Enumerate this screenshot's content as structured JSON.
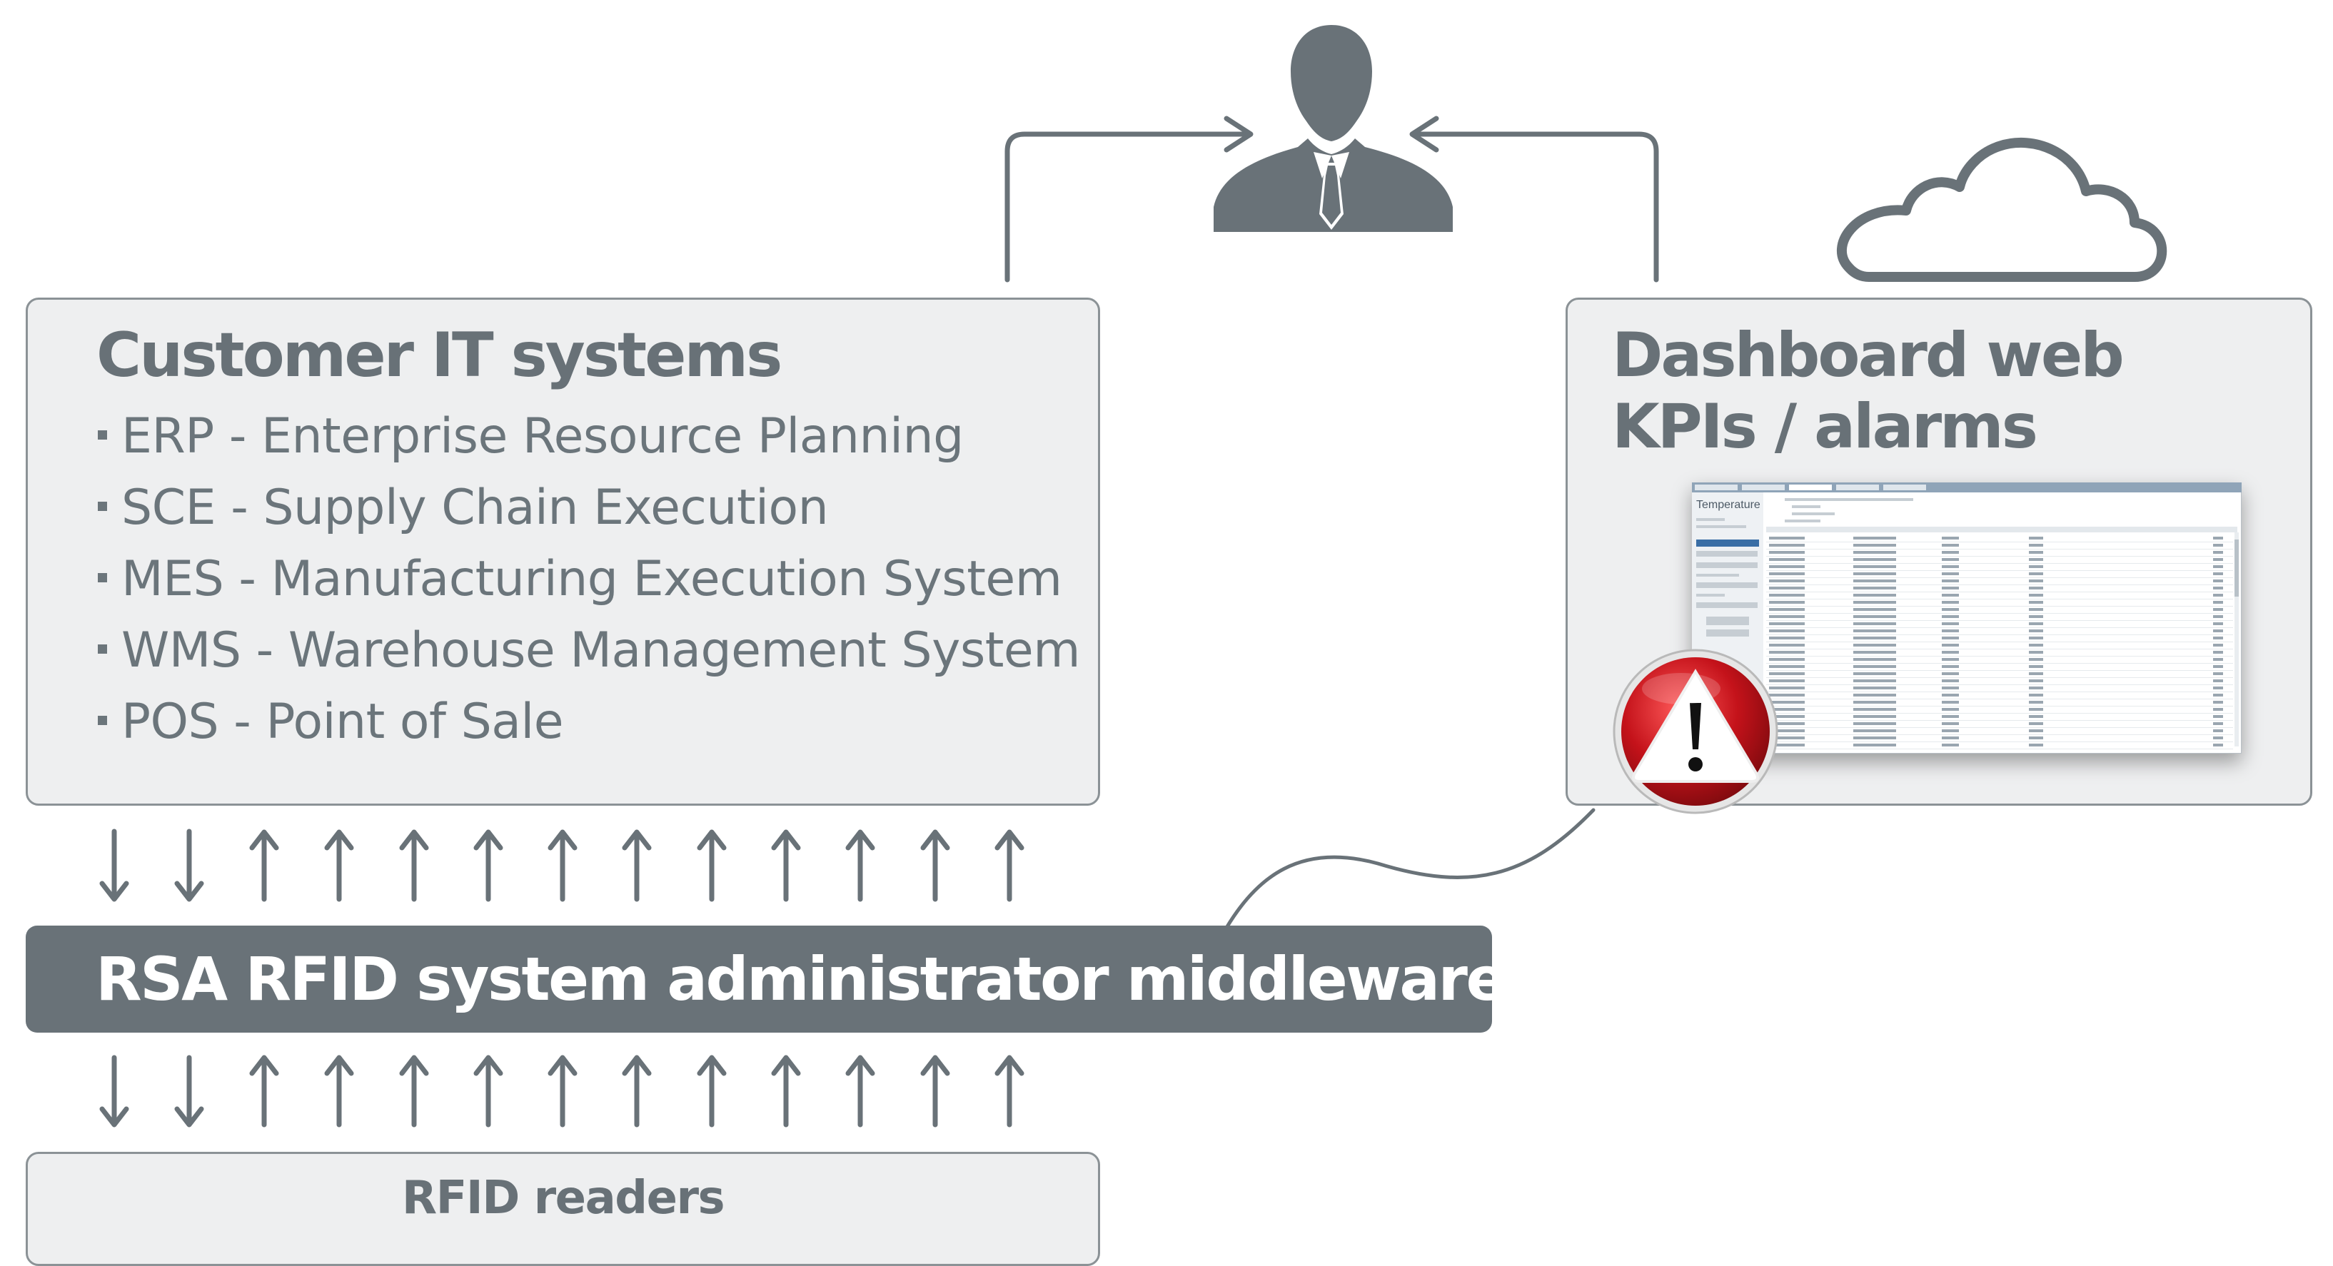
{
  "customer_it": {
    "title": "Customer IT systems",
    "items": [
      "ERP - Enterprise Resource Planning",
      "SCE - Supply Chain Execution",
      "MES - Manufacturing Execution System",
      "WMS - Warehouse Management System",
      "POS - Point of Sale"
    ]
  },
  "dashboard": {
    "title_line1": "Dashboard web",
    "title_line2": "KPIs / alarms"
  },
  "middleware": {
    "label": "RSA RFID system administrator middleware"
  },
  "readers": {
    "label": "RFID readers"
  },
  "screenshot": {
    "tab_title": "Temperature"
  },
  "colors": {
    "primary_gray": "#697278",
    "box_fill": "#eeeff0",
    "box_border": "#8b9296",
    "alarm_red": "#c4121a"
  },
  "icons": [
    "user-icon",
    "cloud-icon",
    "warning-icon"
  ]
}
